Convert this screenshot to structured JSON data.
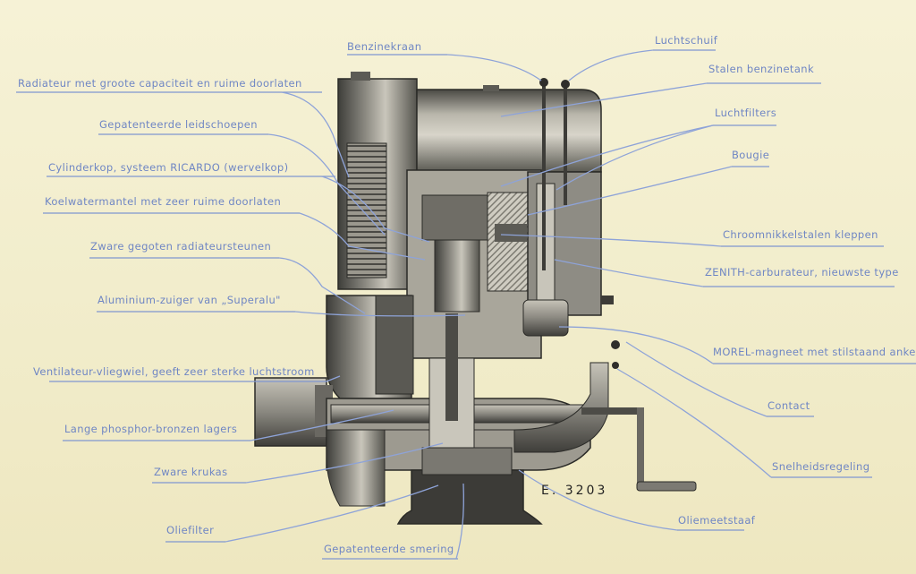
{
  "figure_code": "E. 3203",
  "labels": {
    "benzinekraan": "Benzinekraan",
    "luchtschuif": "Luchtschuif",
    "radiateur": "Radiateur met groote capaciteit en ruime doorlaten",
    "stalen_benzinetank": "Stalen benzinetank",
    "leidschoepen": "Gepatenteerde leidschoepen",
    "luchtfilters": "Luchtfilters",
    "cylinderkop": "Cylinderkop, systeem RICARDO (wervelkop)",
    "bougie": "Bougie",
    "koelwatermantel": "Koelwatermantel met zeer ruime doorlaten",
    "kleppen": "Chroomnikkelstalen kleppen",
    "radiateursteunen": "Zware gegoten radiateursteunen",
    "carburateur": "ZENITH-carburateur, nieuwste type",
    "zuiger": "Aluminium-zuiger van „Superalu\"",
    "magneet": "MOREL-magneet met stilstaand anker",
    "vliegwiel": "Ventilateur-vliegwiel, geeft zeer sterke luchtstroom",
    "contact": "Contact",
    "lagers": "Lange phosphor-bronzen lagers",
    "snelheidsregeling": "Snelheidsregeling",
    "krukas": "Zware krukas",
    "oliemeetstaaf": "Oliemeetstaaf",
    "oliefilter": "Oliefilter",
    "smering": "Gepatenteerde smering"
  }
}
